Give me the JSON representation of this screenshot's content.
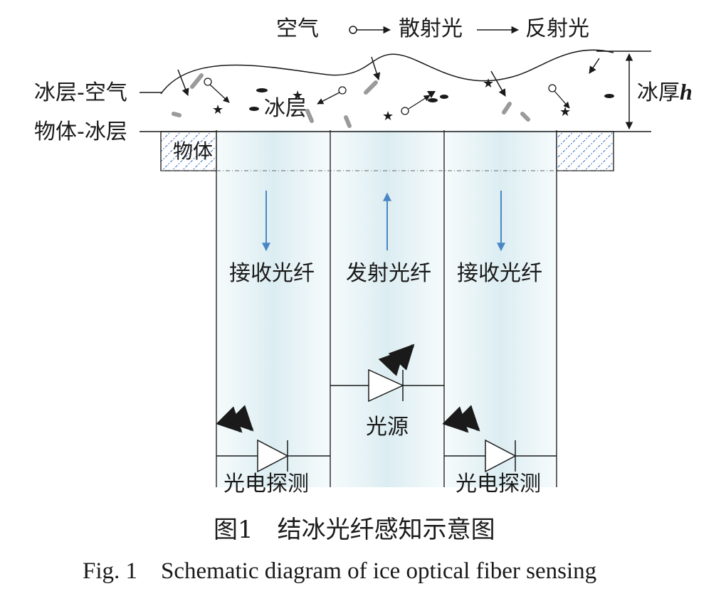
{
  "legend": {
    "air": "空气",
    "scattered_light": "散射光",
    "reflected_light": "反射光"
  },
  "interfaces": {
    "ice_air": "冰层-空气",
    "object_ice": "物体-冰层"
  },
  "regions": {
    "ice_layer": "冰层",
    "object": "物体"
  },
  "thickness": {
    "label": "冰厚",
    "symbol": "h"
  },
  "fibers": {
    "left_receive": "接收光纤",
    "center_emit": "发射光纤",
    "right_receive": "接收光纤"
  },
  "components": {
    "light_source": "光源",
    "photo_detect_left": "光电探测",
    "photo_detect_right": "光电探测"
  },
  "caption": {
    "chinese": "图1　结冰光纤感知示意图",
    "english": "Fig. 1　Schematic diagram of ice optical fiber sensing"
  },
  "colors": {
    "fiber_fill": "#e6f3f7",
    "arrow_blue": "#4a86c5",
    "hatch_blue": "#3a6fc0",
    "debris_gray": "#9a9a9a",
    "line_dark": "#1a1a1a"
  }
}
